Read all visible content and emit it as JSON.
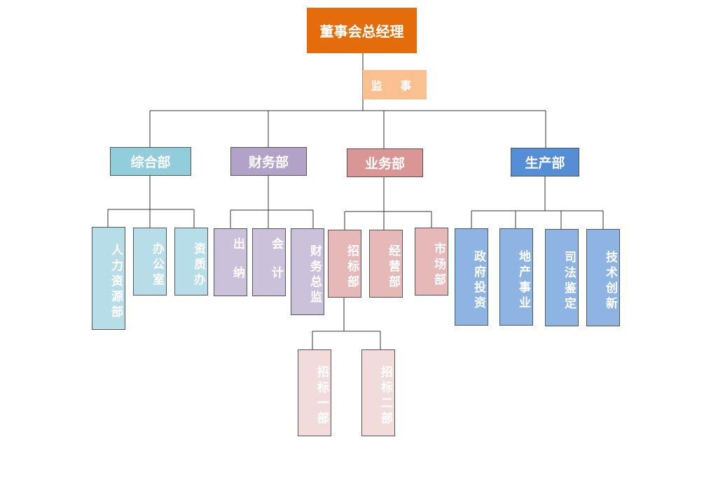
{
  "title": "董事会总经理",
  "supervisor": "监 事",
  "departments": [
    {
      "name": "综合部",
      "subs": [
        "人力资源部",
        "办公室",
        "资质办"
      ]
    },
    {
      "name": "财务部",
      "subs": [
        "出纳",
        "会计",
        "财务总监"
      ]
    },
    {
      "name": "业务部",
      "subs": [
        "招标部",
        "经营部",
        "市场部"
      ],
      "subsubs": [
        "招标一部",
        "招标二部"
      ]
    },
    {
      "name": "生产部",
      "subs": [
        "政府投资",
        "地产事业",
        "司法鉴定",
        "技术创新"
      ]
    }
  ],
  "colors": {
    "ceo": "#e46c0a",
    "supervisor": "#fac090",
    "dept1": "#92cddc",
    "dept2": "#b3a2c7",
    "dept3": "#d99694",
    "dept4": "#558ed5"
  }
}
